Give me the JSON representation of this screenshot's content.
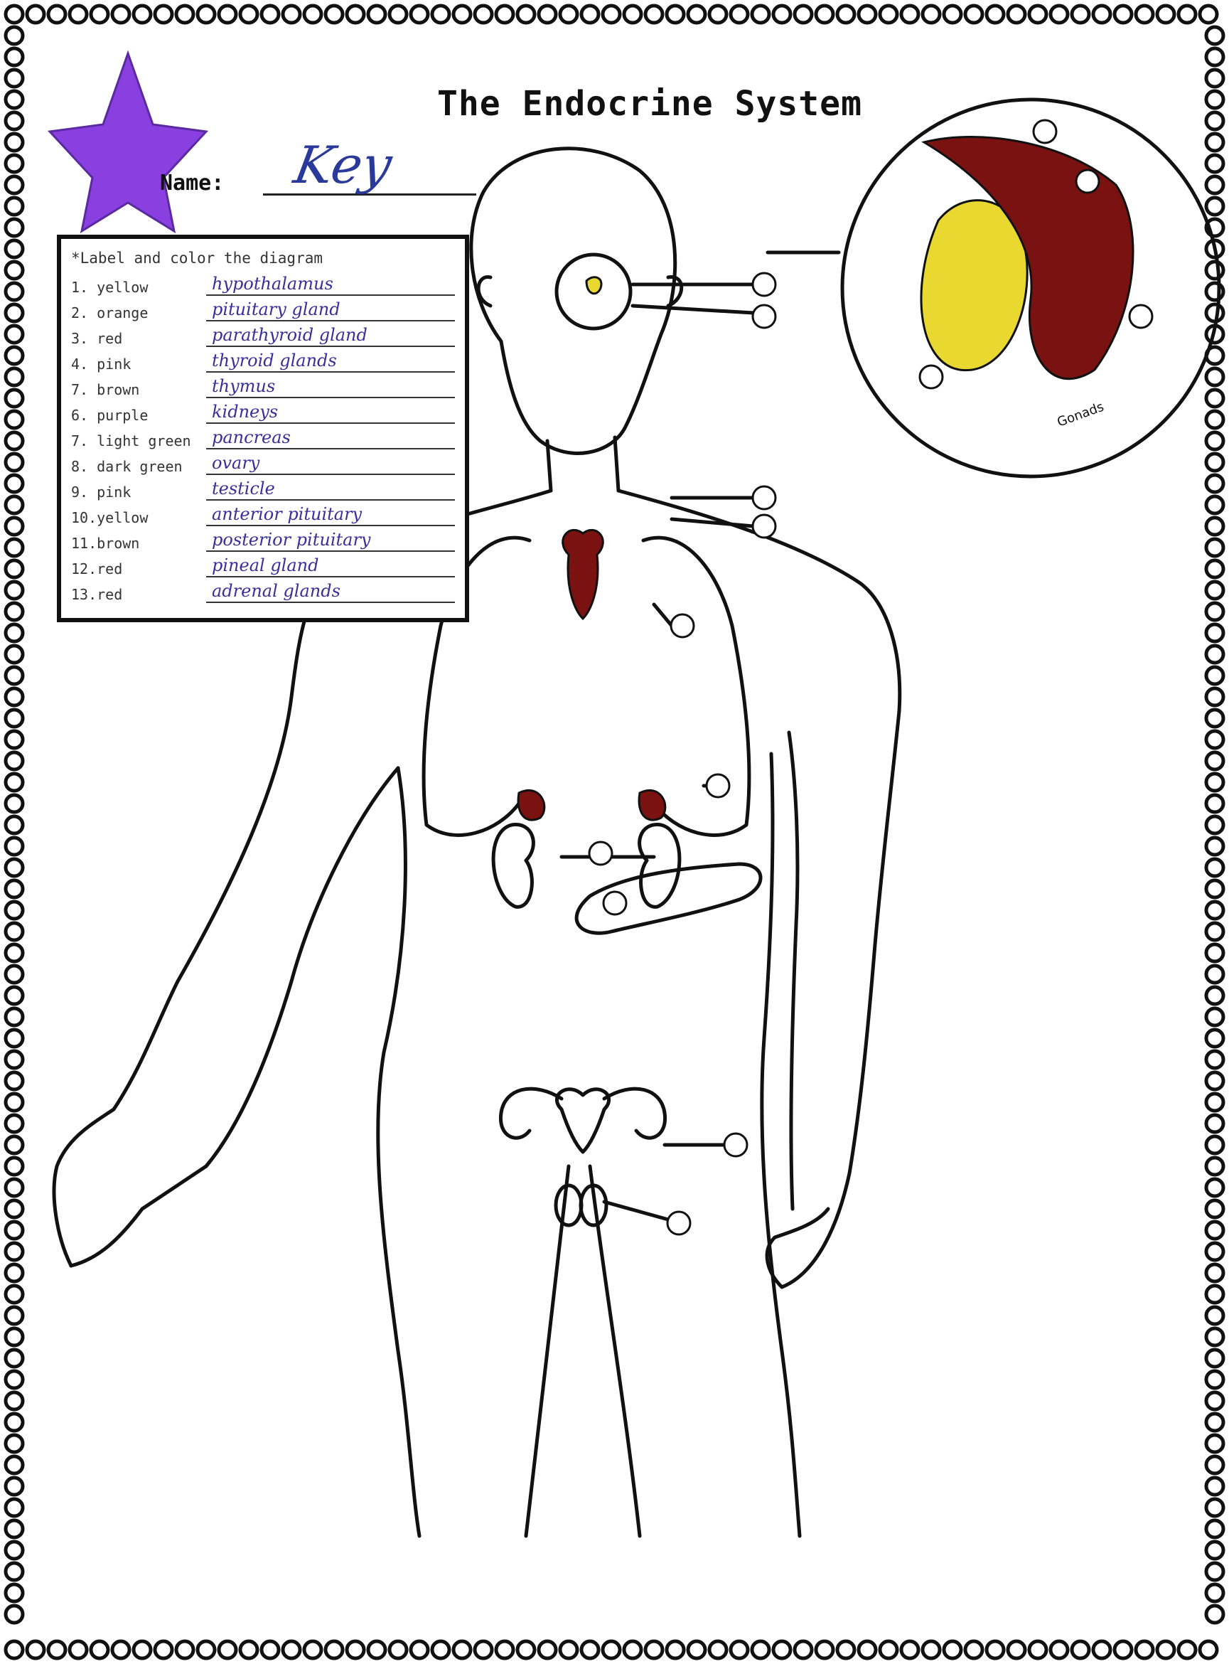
{
  "title": "The Endocrine System",
  "name_label": "Name:",
  "name_value": "Key",
  "instructions": "*Label and color the diagram",
  "key": [
    {
      "color": "1. yellow",
      "answer": "hypothalamus"
    },
    {
      "color": "2. orange",
      "answer": "pituitary gland"
    },
    {
      "color": "3. red",
      "answer": "parathyroid gland"
    },
    {
      "color": "4. pink",
      "answer": "thyroid glands"
    },
    {
      "color": "7. brown",
      "answer": "thymus"
    },
    {
      "color": "6. purple",
      "answer": "kidneys"
    },
    {
      "color": "7. light green",
      "answer": "pancreas"
    },
    {
      "color": "8. dark green",
      "answer": "ovary"
    },
    {
      "color": "9. pink",
      "answer": "testicle"
    },
    {
      "color": "10.yellow",
      "answer": "anterior pituitary"
    },
    {
      "color": "11.brown",
      "answer": "posterior pituitary"
    },
    {
      "color": "12.red",
      "answer": "pineal gland"
    },
    {
      "color": "13.red",
      "answer": "adrenal glands"
    }
  ],
  "inset_label": "Gonads",
  "colors": {
    "star": "#8a3fe0",
    "organ_red": "#7a1212",
    "organ_yellow": "#e8d830",
    "ink_blue": "#2a3a9a",
    "ink_purple": "#3a2f9a"
  },
  "icons": [
    "star-icon",
    "number-callout-icon"
  ]
}
